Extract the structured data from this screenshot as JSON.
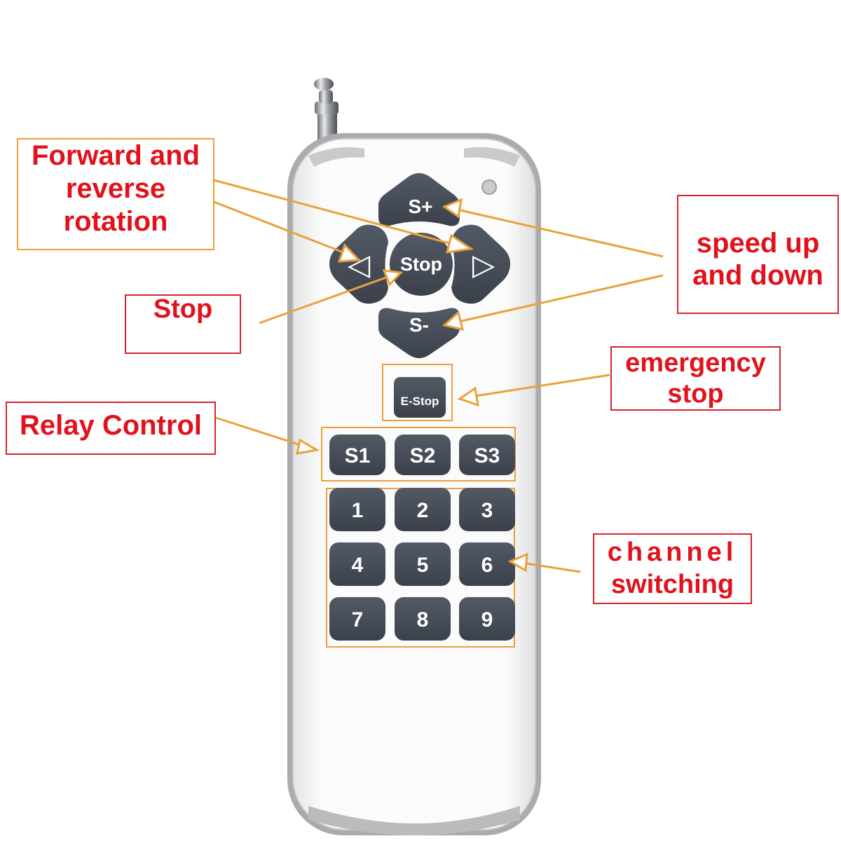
{
  "remote": {
    "body_color": "#f7f7f7",
    "trim_color": "#a9abad",
    "key_color": "#444b56",
    "key_text_color": "#ffffff",
    "dpad": {
      "up": "S+",
      "down": "S-",
      "center": "Stop",
      "left": "◁",
      "right": "▷"
    },
    "estop": "E-Stop",
    "relay_keys": [
      "S1",
      "S2",
      "S3"
    ],
    "number_keys": [
      "1",
      "2",
      "3",
      "4",
      "5",
      "6",
      "7",
      "8",
      "9"
    ]
  },
  "callouts": {
    "forward_reverse": [
      "Forward and",
      "reverse",
      "rotation"
    ],
    "stop": "Stop",
    "relay_control": "Relay Control",
    "speed": [
      "speed up",
      "and down"
    ],
    "emergency": [
      "emergency",
      "stop"
    ],
    "channel": [
      "channel",
      "switching"
    ]
  },
  "colors": {
    "label_text": "#e1121b",
    "orange_frame": "#e9a13b",
    "red_frame": "#d6242b",
    "arrow": "#e9a13b"
  }
}
